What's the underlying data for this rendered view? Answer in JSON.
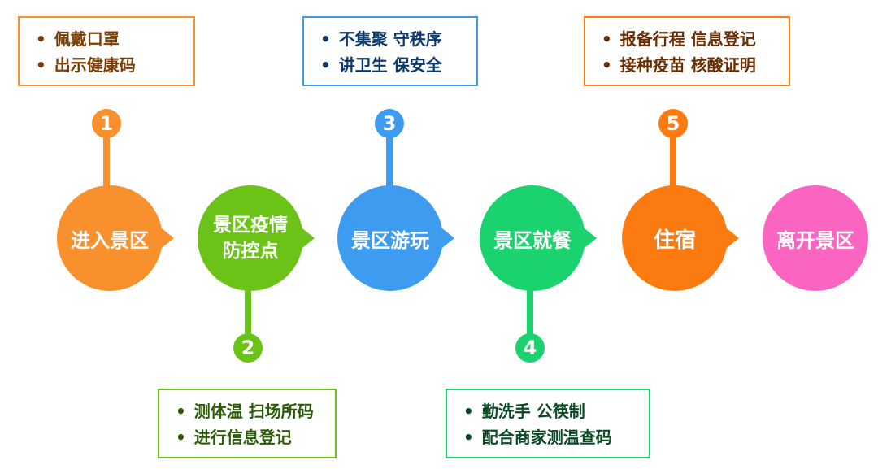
{
  "colors": {
    "orange": "#f7902d",
    "green": "#6cc318",
    "blue": "#3d9cf0",
    "teal": "#1ad36f",
    "dark_orange": "#fb7b10",
    "pink": "#fb65c2"
  },
  "steps": [
    {
      "node": "进入景区",
      "badge": "1",
      "tips": [
        "佩戴口罩",
        "出示健康码"
      ]
    },
    {
      "node_line1": "景区疫情",
      "node_line2": "防控点",
      "badge": "2",
      "tips": [
        "测体温 扫场所码",
        "进行信息登记"
      ]
    },
    {
      "node": "景区游玩",
      "badge": "3",
      "tips": [
        "不集聚 守秩序",
        "讲卫生 保安全"
      ]
    },
    {
      "node": "景区就餐",
      "badge": "4",
      "tips": [
        "勤洗手 公筷制",
        "配合商家测温查码"
      ]
    },
    {
      "node": "住宿",
      "badge": "5",
      "tips": [
        "报备行程 信息登记",
        "接种疫苗  核酸证明"
      ]
    },
    {
      "node": "离开景区"
    }
  ]
}
